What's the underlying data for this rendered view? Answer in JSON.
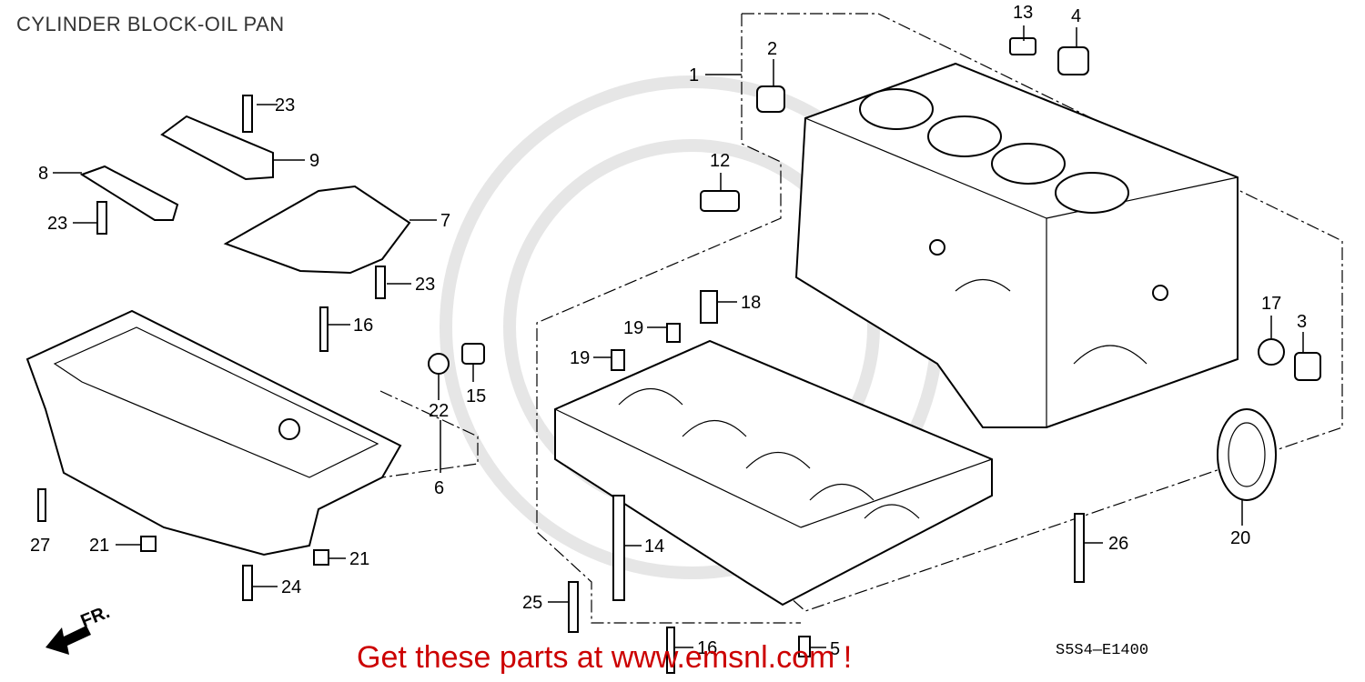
{
  "title": "CYLINDER BLOCK-OIL PAN",
  "promo": "Get these parts at www.emsnl.com !",
  "diagram_code": "S5S4—E1400",
  "front_label": "FR.",
  "callouts": {
    "c1": "1",
    "c2": "2",
    "c3": "3",
    "c4": "4",
    "c5": "5",
    "c6": "6",
    "c7": "7",
    "c8": "8",
    "c9": "9",
    "c12": "12",
    "c13": "13",
    "c14": "14",
    "c15": "15",
    "c16a": "16",
    "c16b": "16",
    "c17": "17",
    "c18": "18",
    "c19a": "19",
    "c19b": "19",
    "c20": "20",
    "c21a": "21",
    "c21b": "21",
    "c22": "22",
    "c23a": "23",
    "c23b": "23",
    "c23c": "23",
    "c24": "24",
    "c25": "25",
    "c26": "26",
    "c27": "27"
  },
  "colors": {
    "promo": "#cc0000",
    "lines": "#000000",
    "watermark": "#e6e6e6"
  }
}
